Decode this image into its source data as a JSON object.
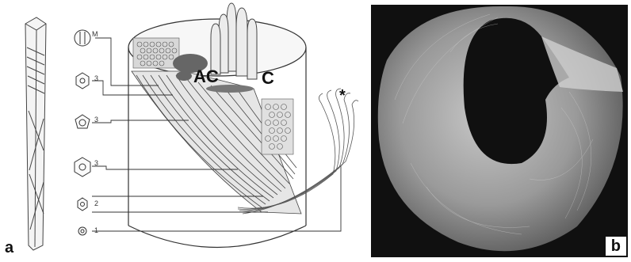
{
  "figure": {
    "panel_a": {
      "label": "a",
      "region_labels": {
        "ac": "AC",
        "c": "C",
        "asterisk": "*"
      },
      "level_labels": [
        "M",
        "3",
        "3",
        "3",
        "2",
        "1"
      ]
    },
    "panel_b": {
      "label": "b"
    }
  },
  "colors": {
    "line": "#3a3a3a",
    "shade": "#8a8a8a",
    "sem_background": "#101010",
    "sem_surface": "#9a9a9a"
  }
}
